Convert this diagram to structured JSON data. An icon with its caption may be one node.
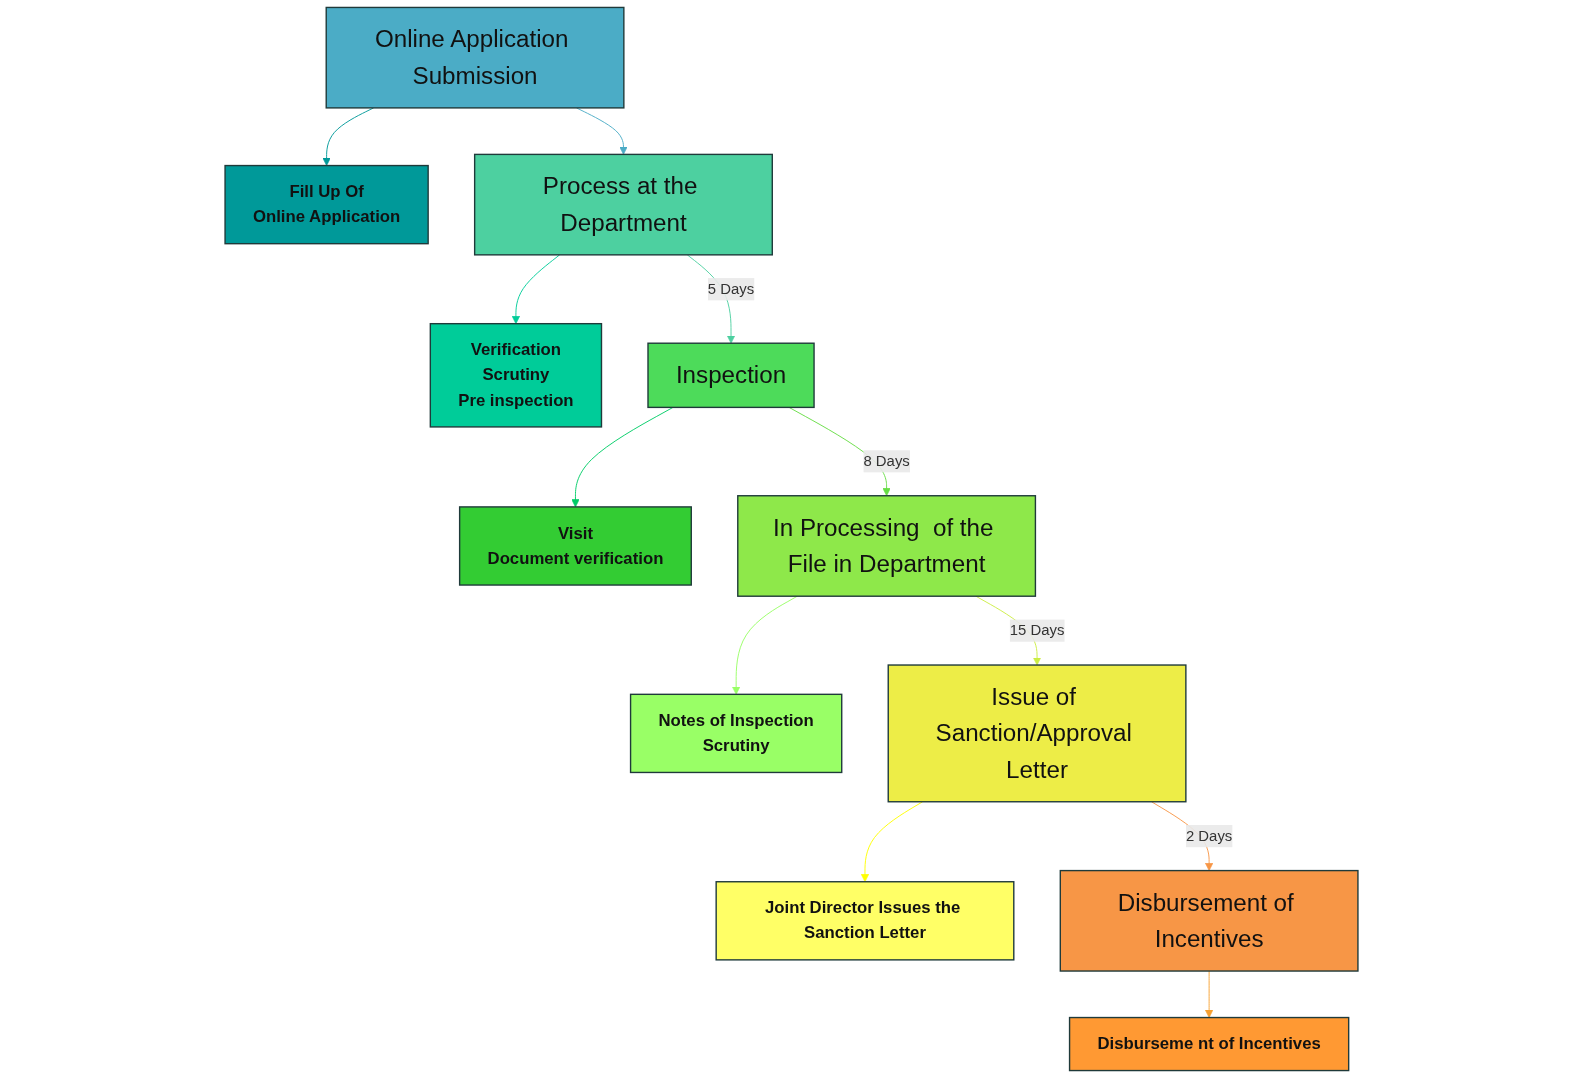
{
  "diagram": {
    "nodes": [
      {
        "text": [
          "Online Application Submission"
        ]
      },
      {
        "text": [
          "Fill Up Of",
          "Online Application"
        ]
      },
      {
        "text": [
          "Process at the Department"
        ]
      },
      {
        "text": [
          "Verification",
          "Scrutiny",
          "Pre inspection"
        ]
      },
      {
        "text": [
          "Inspection"
        ]
      },
      {
        "text": [
          "Visit",
          "Document verification"
        ]
      },
      {
        "text": [
          "In Processing  of the File in Department"
        ]
      },
      {
        "text": [
          "Notes of Inspection",
          "Scrutiny"
        ]
      },
      {
        "text": [
          "Issue of Sanction/Approval Letter"
        ]
      },
      {
        "text": [
          "Joint Director Issues the Sanction Letter"
        ]
      },
      {
        "text": [
          "Disbursement of Incentives"
        ]
      },
      {
        "text": [
          "Disburseme nt of Incentives"
        ]
      }
    ],
    "edges": [
      {
        "from": 0,
        "to": 1,
        "arrow": "to",
        "color": "#009999"
      },
      {
        "from": 0,
        "to": 2,
        "arrow": "to",
        "color": "#4bacc6"
      },
      {
        "from": 2,
        "to": 3,
        "arrow": "to",
        "color": "#00cc99"
      },
      {
        "from": 2,
        "to": 4,
        "arrow": "to",
        "label": "5  Days",
        "color": "#4dd0a0"
      },
      {
        "from": 4,
        "to": 5,
        "arrow": "to",
        "color": "#00cc66"
      },
      {
        "from": 4,
        "to": 6,
        "arrow": "to",
        "label": "8 Days",
        "color": "#66dd44"
      },
      {
        "from": 6,
        "to": 7,
        "arrow": "to",
        "color": "#99ff66"
      },
      {
        "from": 6,
        "to": 8,
        "arrow": "to",
        "label": "15 Days",
        "color": "#ccee44"
      },
      {
        "from": 8,
        "to": 9,
        "arrow": "to",
        "color": "#ffff00"
      },
      {
        "from": 8,
        "to": 10,
        "arrow": "to",
        "label": "2 Days",
        "color": "#f79646"
      },
      {
        "from": 10,
        "to": 11,
        "arrow": "to",
        "color": "#f7a030"
      }
    ]
  }
}
